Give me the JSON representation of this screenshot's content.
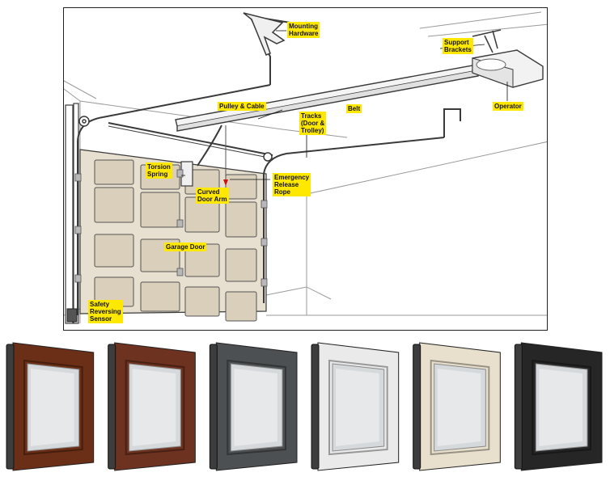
{
  "labels": {
    "mounting_hardware": "Mounting\nHardware",
    "support_brackets": "Support\nBrackets",
    "pulley_cable": "Pulley & Cable",
    "belt": "Belt",
    "tracks": "Tracks\n(Door &\nTrolley)",
    "operator": "Operator",
    "torsion_spring": "Torsion\nSpring",
    "curved_door_arm": "Curved\nDoor Arm",
    "emergency_release_rope": "Emergency\nRelease\nRope",
    "garage_door": "Garage Door",
    "safety_reversing_sensor": "Safety\nReversing\nSensor"
  },
  "panel_samples": [
    {
      "finish": "dark-woodgrain",
      "frame_color": "#6b2e16"
    },
    {
      "finish": "mahogany-woodgrain",
      "frame_color": "#6e3220"
    },
    {
      "finish": "charcoal-gray",
      "frame_color": "#4d5052"
    },
    {
      "finish": "white",
      "frame_color": "#eaeaea"
    },
    {
      "finish": "almond",
      "frame_color": "#e8e0cc"
    },
    {
      "finish": "black",
      "frame_color": "#262626"
    }
  ],
  "colors": {
    "label_highlight": "#ffe800",
    "door_fill": "#e7dfcf",
    "line": "#3a3a3a"
  }
}
